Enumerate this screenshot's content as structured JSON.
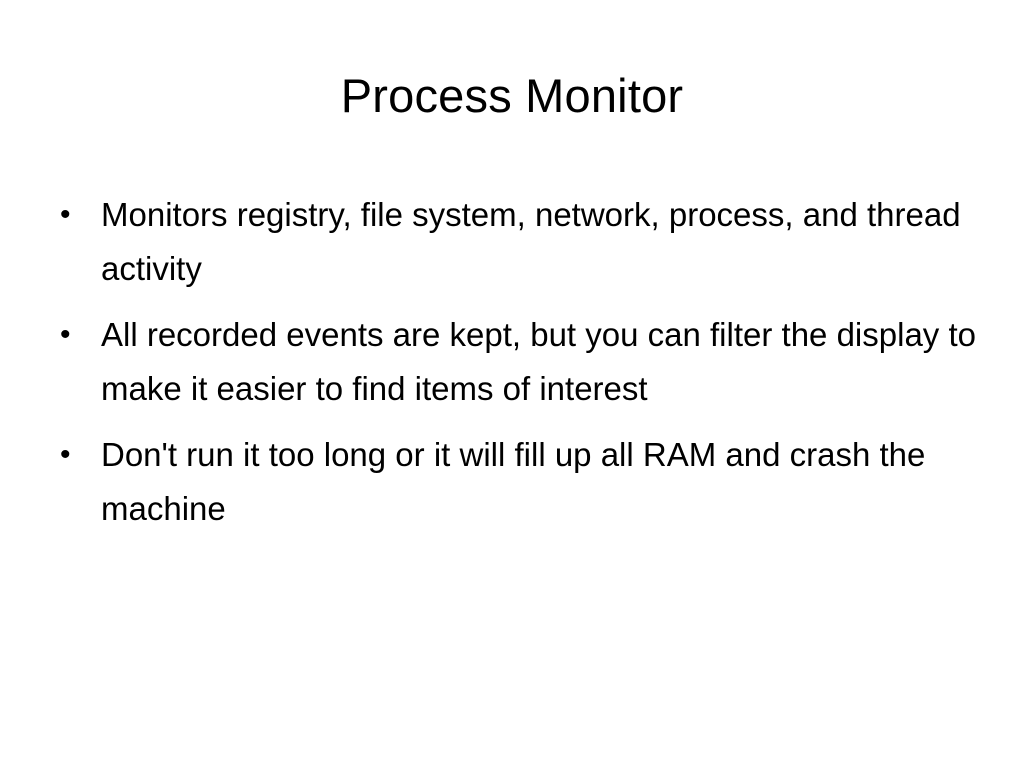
{
  "slide": {
    "title": "Process Monitor",
    "bullet_char": "•",
    "bullets": [
      "Monitors registry, file system, network, process, and thread activity",
      "All recorded events are kept, but you can filter the display to make it easier to find items of interest",
      "Don't run it too long or it will fill up all RAM and crash the machine"
    ]
  }
}
